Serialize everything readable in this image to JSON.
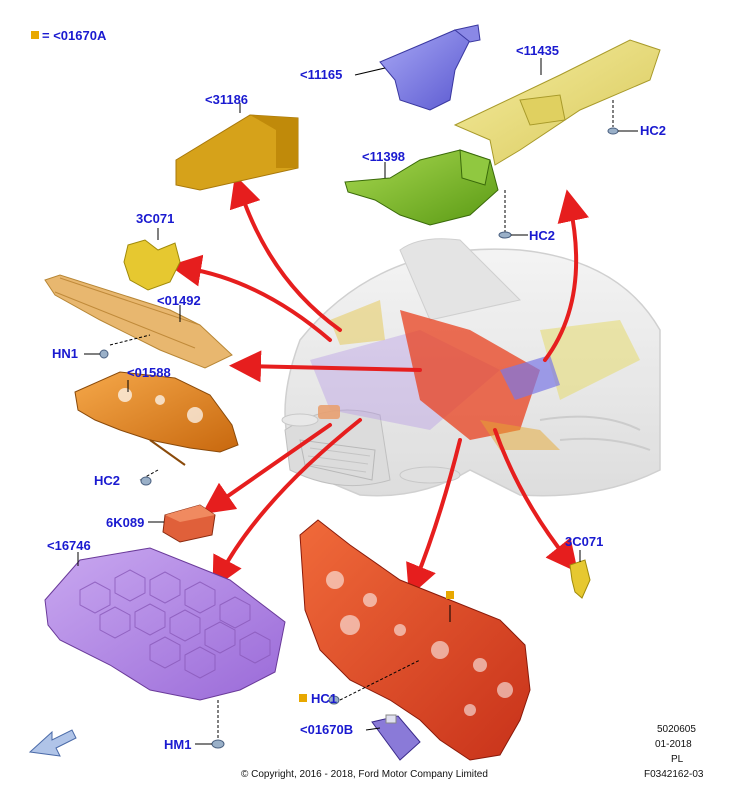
{
  "legend": {
    "symbol_label": "= <01670A",
    "symbol_color": "#e8a800"
  },
  "parts": {
    "p31186": "<31186",
    "p11165": "<11165",
    "p11435": "<11435",
    "p11398": "<11398",
    "p3c071_top": "3C071",
    "p01492": "<01492",
    "p01588": "<01588",
    "p6k089": "6K089",
    "p16746": "<16746",
    "p3c071_right": "3C071",
    "p01670b": "<01670B",
    "hn1": "HN1",
    "hc2_left": "HC2",
    "hc2_top": "HC2",
    "hc2_mid": "HC2",
    "hc1": "HC1",
    "hm1": "HM1"
  },
  "footer": {
    "ref_number": "5020605",
    "date": "01-2018",
    "lang": "PL",
    "copyright": "© Copyright, 2016 - 2018, Ford Motor Company Limited",
    "figure_id": "F0342162-03"
  },
  "colors": {
    "label_blue": "#1a1ad0",
    "arrow_red": "#e61e1e",
    "tan_insulator": "#d6a21a",
    "yellow_shield": "#e6dc78",
    "green_shield": "#78b41e",
    "blue_shield": "#7a78e6",
    "orange_panel": "#e0821e",
    "red_dash": "#e8401e",
    "purple_hood": "#b08ce6"
  }
}
